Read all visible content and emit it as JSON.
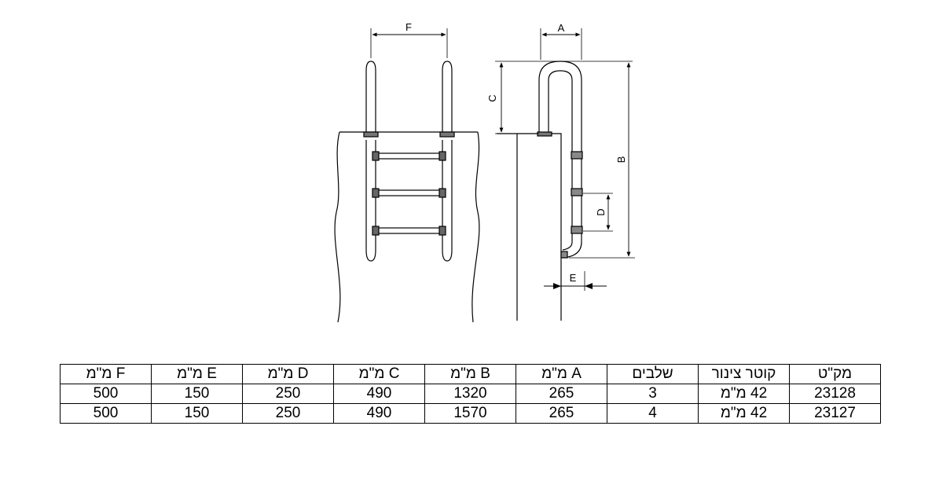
{
  "diagram": {
    "front_labels": {
      "f": "F"
    },
    "side_labels": {
      "a": "A",
      "b": "B",
      "c": "C",
      "d": "D",
      "e": "E"
    }
  },
  "table": {
    "headers": [
      "מק\"ט",
      "קוטר צינור",
      "שלבים",
      "A מ\"מ",
      "B מ\"מ",
      "C מ\"מ",
      "D מ\"מ",
      "E מ\"מ",
      "F מ\"מ"
    ],
    "rows": [
      [
        "23128",
        "42 מ\"מ",
        "3",
        "265",
        "1320",
        "490",
        "250",
        "150",
        "500"
      ],
      [
        "23127",
        "42 מ\"מ",
        "4",
        "265",
        "1570",
        "490",
        "250",
        "150",
        "500"
      ]
    ]
  }
}
